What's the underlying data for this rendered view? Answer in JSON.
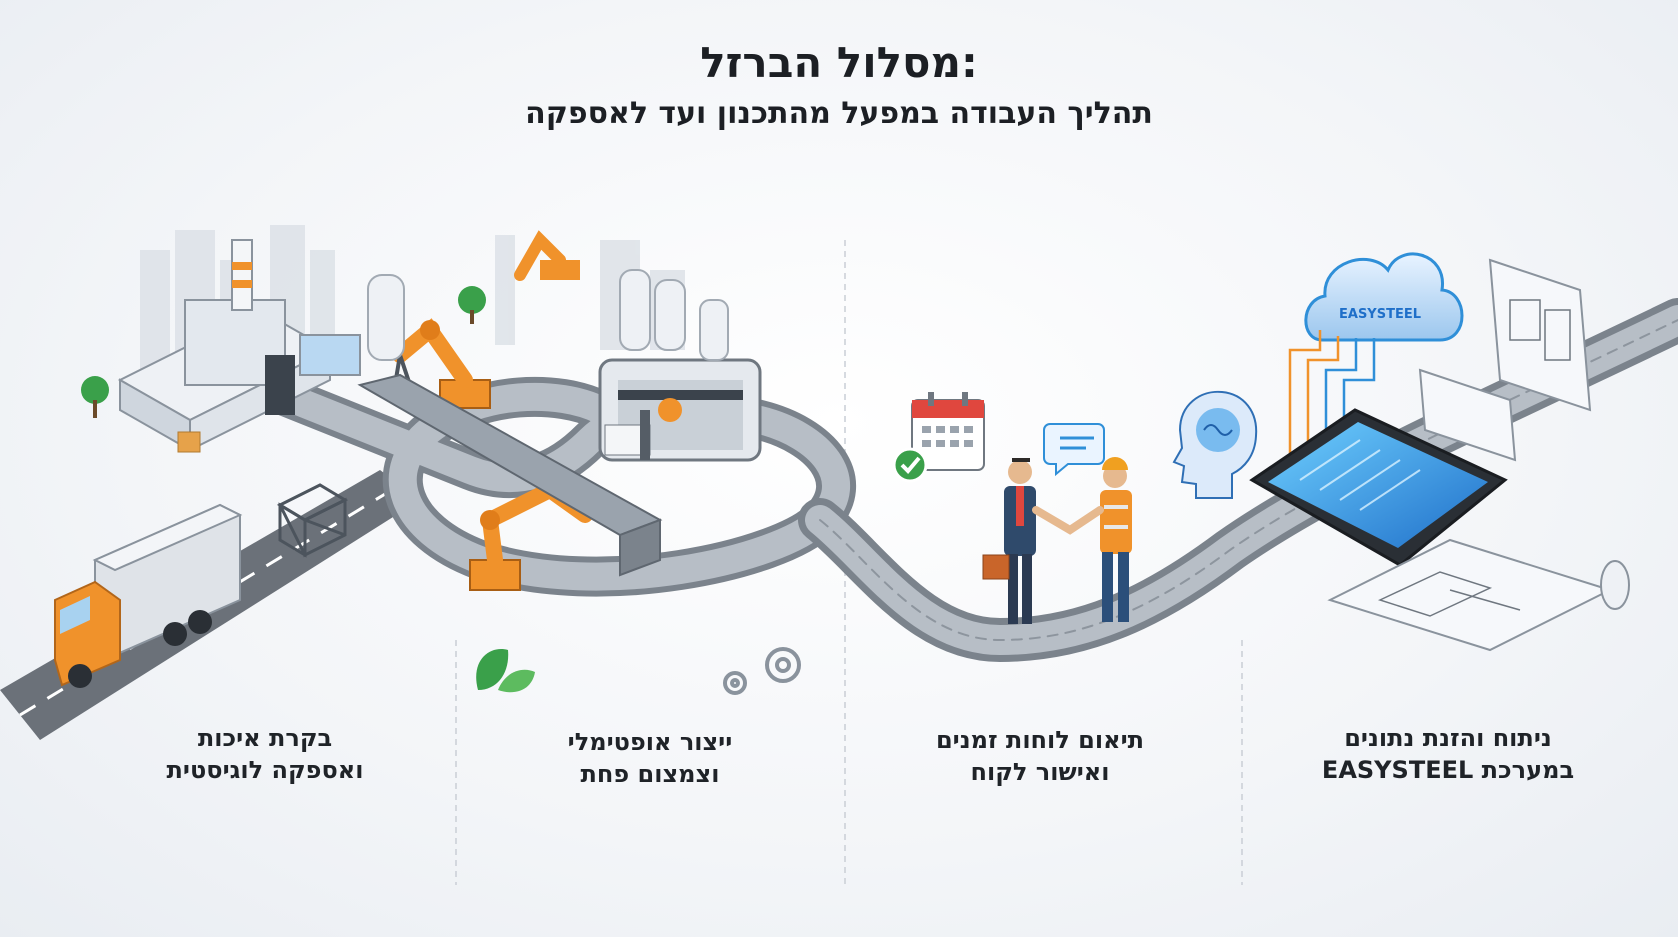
{
  "header": {
    "title": "מסלול הברזל:",
    "subtitle": "תהליך העבודה במפעל מהתכנון ועד לאספקה"
  },
  "stages": [
    {
      "line1": "ניתוח והזנת נתונים",
      "line2": "במערכת EASYSTEEL"
    },
    {
      "line1": "תיאום לוחות זמנים",
      "line2": "ואישור לקוח"
    },
    {
      "line1": "ייצור אופטימלי",
      "line2": "וצמצום פחת"
    },
    {
      "line1": "בקרת איכות",
      "line2": "ואספקה לוגיסטית"
    }
  ],
  "cloud_logo_text": "EASYSTEEL",
  "colors": {
    "accent_orange": "#f0922b",
    "accent_blue": "#2f8fd8",
    "steel": "#9aa3ad",
    "road": "#6b7179",
    "green": "#3aa04a"
  },
  "icons": [
    "factory-icon",
    "truck-icon",
    "robot-arm-icon",
    "conveyor-icon",
    "calendar-check-icon",
    "chat-bubble-icon",
    "brain-head-icon",
    "handshake-icon",
    "cloud-icon",
    "tablet-icon",
    "blueprint-icon",
    "gear-icon",
    "leaf-icon"
  ]
}
